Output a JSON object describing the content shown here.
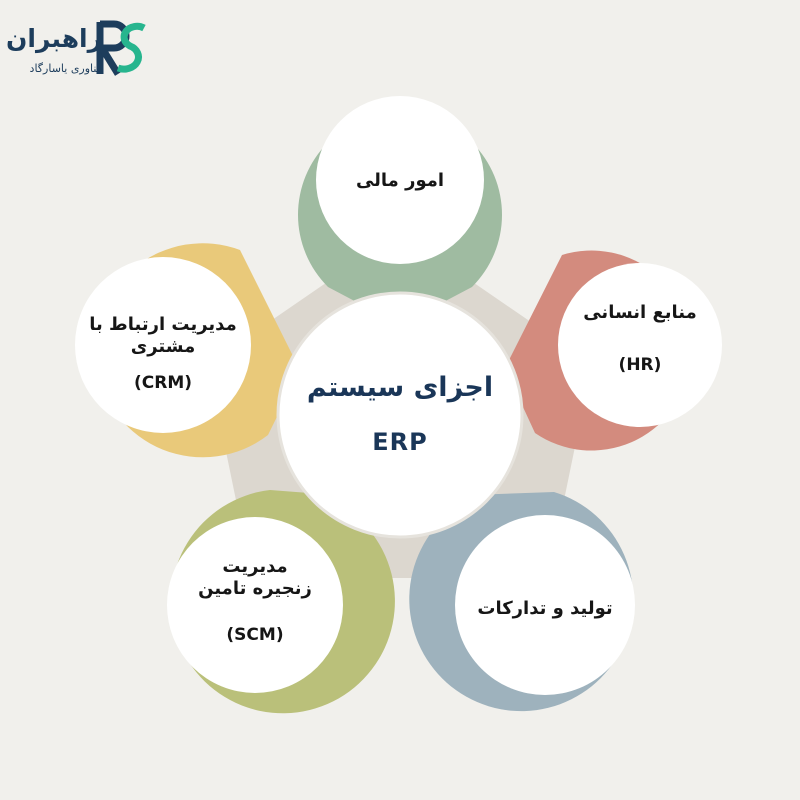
{
  "logo": {
    "name": "راهبران",
    "subtitle": "فناوری یاسارگاد",
    "mark": "RS",
    "colors": {
      "dark": "#1d3d5c",
      "accent": "#27b58e"
    }
  },
  "center": {
    "title": "اجزای سیستم",
    "subtitle": "ERP",
    "color": "#1a3658"
  },
  "nodes": {
    "finance": {
      "label": "امور مالی",
      "color": "#9fbba1"
    },
    "hr": {
      "label": "منابع انسانی",
      "abbr": "(HR)",
      "color": "#d38b7e"
    },
    "production": {
      "label": "تولید و تدارکات",
      "color": "#9eb2bd"
    },
    "scm": {
      "label_line1": "مدیریت",
      "label_line2": "زنجیره تامین",
      "abbr": "(SCM)",
      "color": "#bac07a"
    },
    "crm": {
      "label_line1": "مدیریت ارتباط با",
      "label_line2": "مشتری",
      "abbr": "(CRM)",
      "color": "#e9c97a"
    }
  },
  "pentagon_color": "#dcd7cf"
}
